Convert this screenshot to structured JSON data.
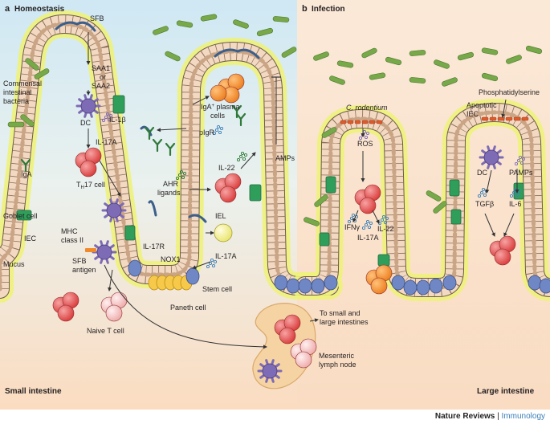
{
  "panel_a": {
    "letter": "a",
    "title": "Homeostasis",
    "footer": "Small intestine"
  },
  "panel_b": {
    "letter": "b",
    "title": "Infection",
    "footer": "Large intestine"
  },
  "labels": {
    "sfb": "SFB",
    "saa1": "SAA1",
    "or": "or",
    "saa2": "SAA2",
    "commensal_1": "Commensal",
    "commensal_2": "intestinal",
    "commensal_3": "bacteria",
    "dc": "DC",
    "il1b": "IL-1β",
    "il17a": "IL-17A",
    "th17_main": "T",
    "th17_sub": "H",
    "th17_rest": "17 cell",
    "iga": "IgA",
    "goblet": "Goblet cell",
    "iec": "IEC",
    "mhc_1": "MHC",
    "mhc_2": "class II",
    "mucus": "Mucus",
    "sfb_antigen_1": "SFB",
    "sfb_antigen_2": "antigen",
    "il17r": "IL-17R",
    "naive_t": "Naive T cell",
    "paneth": "Paneth cell",
    "stem": "Stem cell",
    "nox1": "NOX1",
    "iel": "IEL",
    "il17a_2": "IL-17A",
    "ahr_1": "AHR",
    "ahr_2": "ligands",
    "il22": "IL-22",
    "piger": "pIgR",
    "iga_plasma_a": "IgA",
    "iga_plasma_sup": "+",
    "iga_plasma_b": " plasma",
    "iga_plasma_c": "cells",
    "amps": "AMPs",
    "to_small_1": "To small and",
    "to_small_2": "large intestines",
    "mes_1": "Mesenteric",
    "mes_2": "lymph node",
    "c_rodentium": "C. rodentium",
    "ros": "ROS",
    "ifng": "IFNγ",
    "il22_b": "IL-22",
    "il17a_b": "IL-17A",
    "phosphatidylserine": "Phosphatidylserine",
    "apoptotic_1": "Apoptotic",
    "apoptotic_2": "IEC",
    "dc_b": "DC",
    "pamps": "PAMPs",
    "tgfb": "TGFβ",
    "il6": "IL-6"
  },
  "footer": {
    "journal": "Nature Reviews",
    "separator": " | ",
    "section": "Immunology"
  },
  "colors": {
    "sky": "#d8eef7",
    "peach": "#fbe2c8",
    "infection_bg": "#fbe6d3",
    "mucus": "#eef27a",
    "epithelium": "#f3d8c2",
    "nucleus": "#c9a485",
    "goblet": "#2f9e5b",
    "paneth": "#f6c94a",
    "stem": "#6f87c4",
    "th17": "#e04646",
    "naive": "#f3b8b8",
    "dc": "#7e6bb5",
    "plasma": "#f08a2a",
    "bacteria": "#77a84a",
    "sfb": "#3b5f8a",
    "lymph": "#f5d3a3",
    "iel": "#f4f28a"
  }
}
